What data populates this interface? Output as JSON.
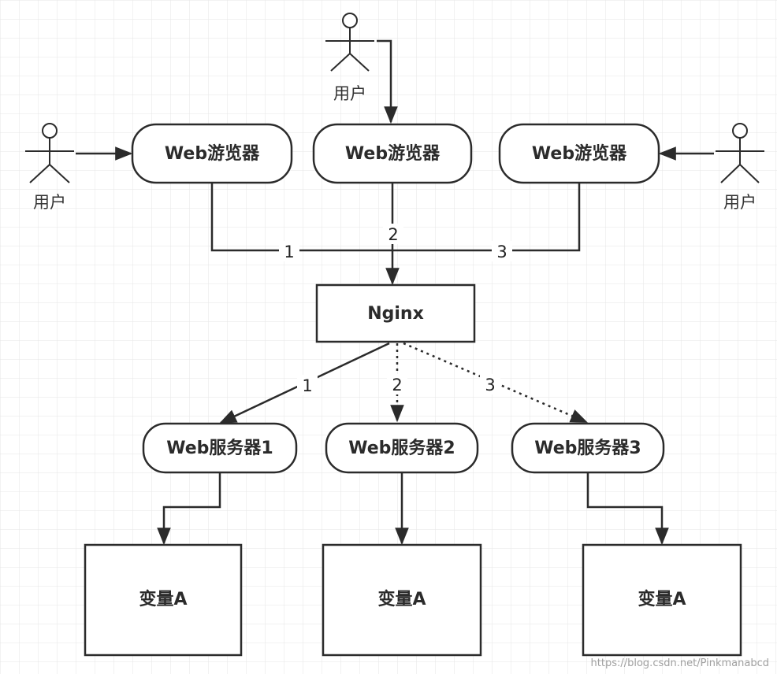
{
  "users": [
    {
      "label": "用户"
    },
    {
      "label": "用户"
    },
    {
      "label": "用户"
    }
  ],
  "browsers": [
    {
      "label": "Web游览器"
    },
    {
      "label": "Web游览器"
    },
    {
      "label": "Web游览器"
    }
  ],
  "nginx": {
    "label": "Nginx"
  },
  "servers": [
    {
      "label": "Web服务器1"
    },
    {
      "label": "Web服务器2"
    },
    {
      "label": "Web服务器3"
    }
  ],
  "variables": [
    {
      "label": "变量A"
    },
    {
      "label": "变量A"
    },
    {
      "label": "变量A"
    }
  ],
  "edge_labels": {
    "browser_left": "1",
    "browser_mid": "2",
    "browser_right": "3",
    "server_1": "1",
    "server_2": "2",
    "server_3": "3"
  },
  "watermark": "https://blog.csdn.net/Pinkmanabcd",
  "colors": {
    "stroke": "#2b2b2b",
    "grid": "#e6e6e6",
    "text": "#2b2b2b"
  }
}
